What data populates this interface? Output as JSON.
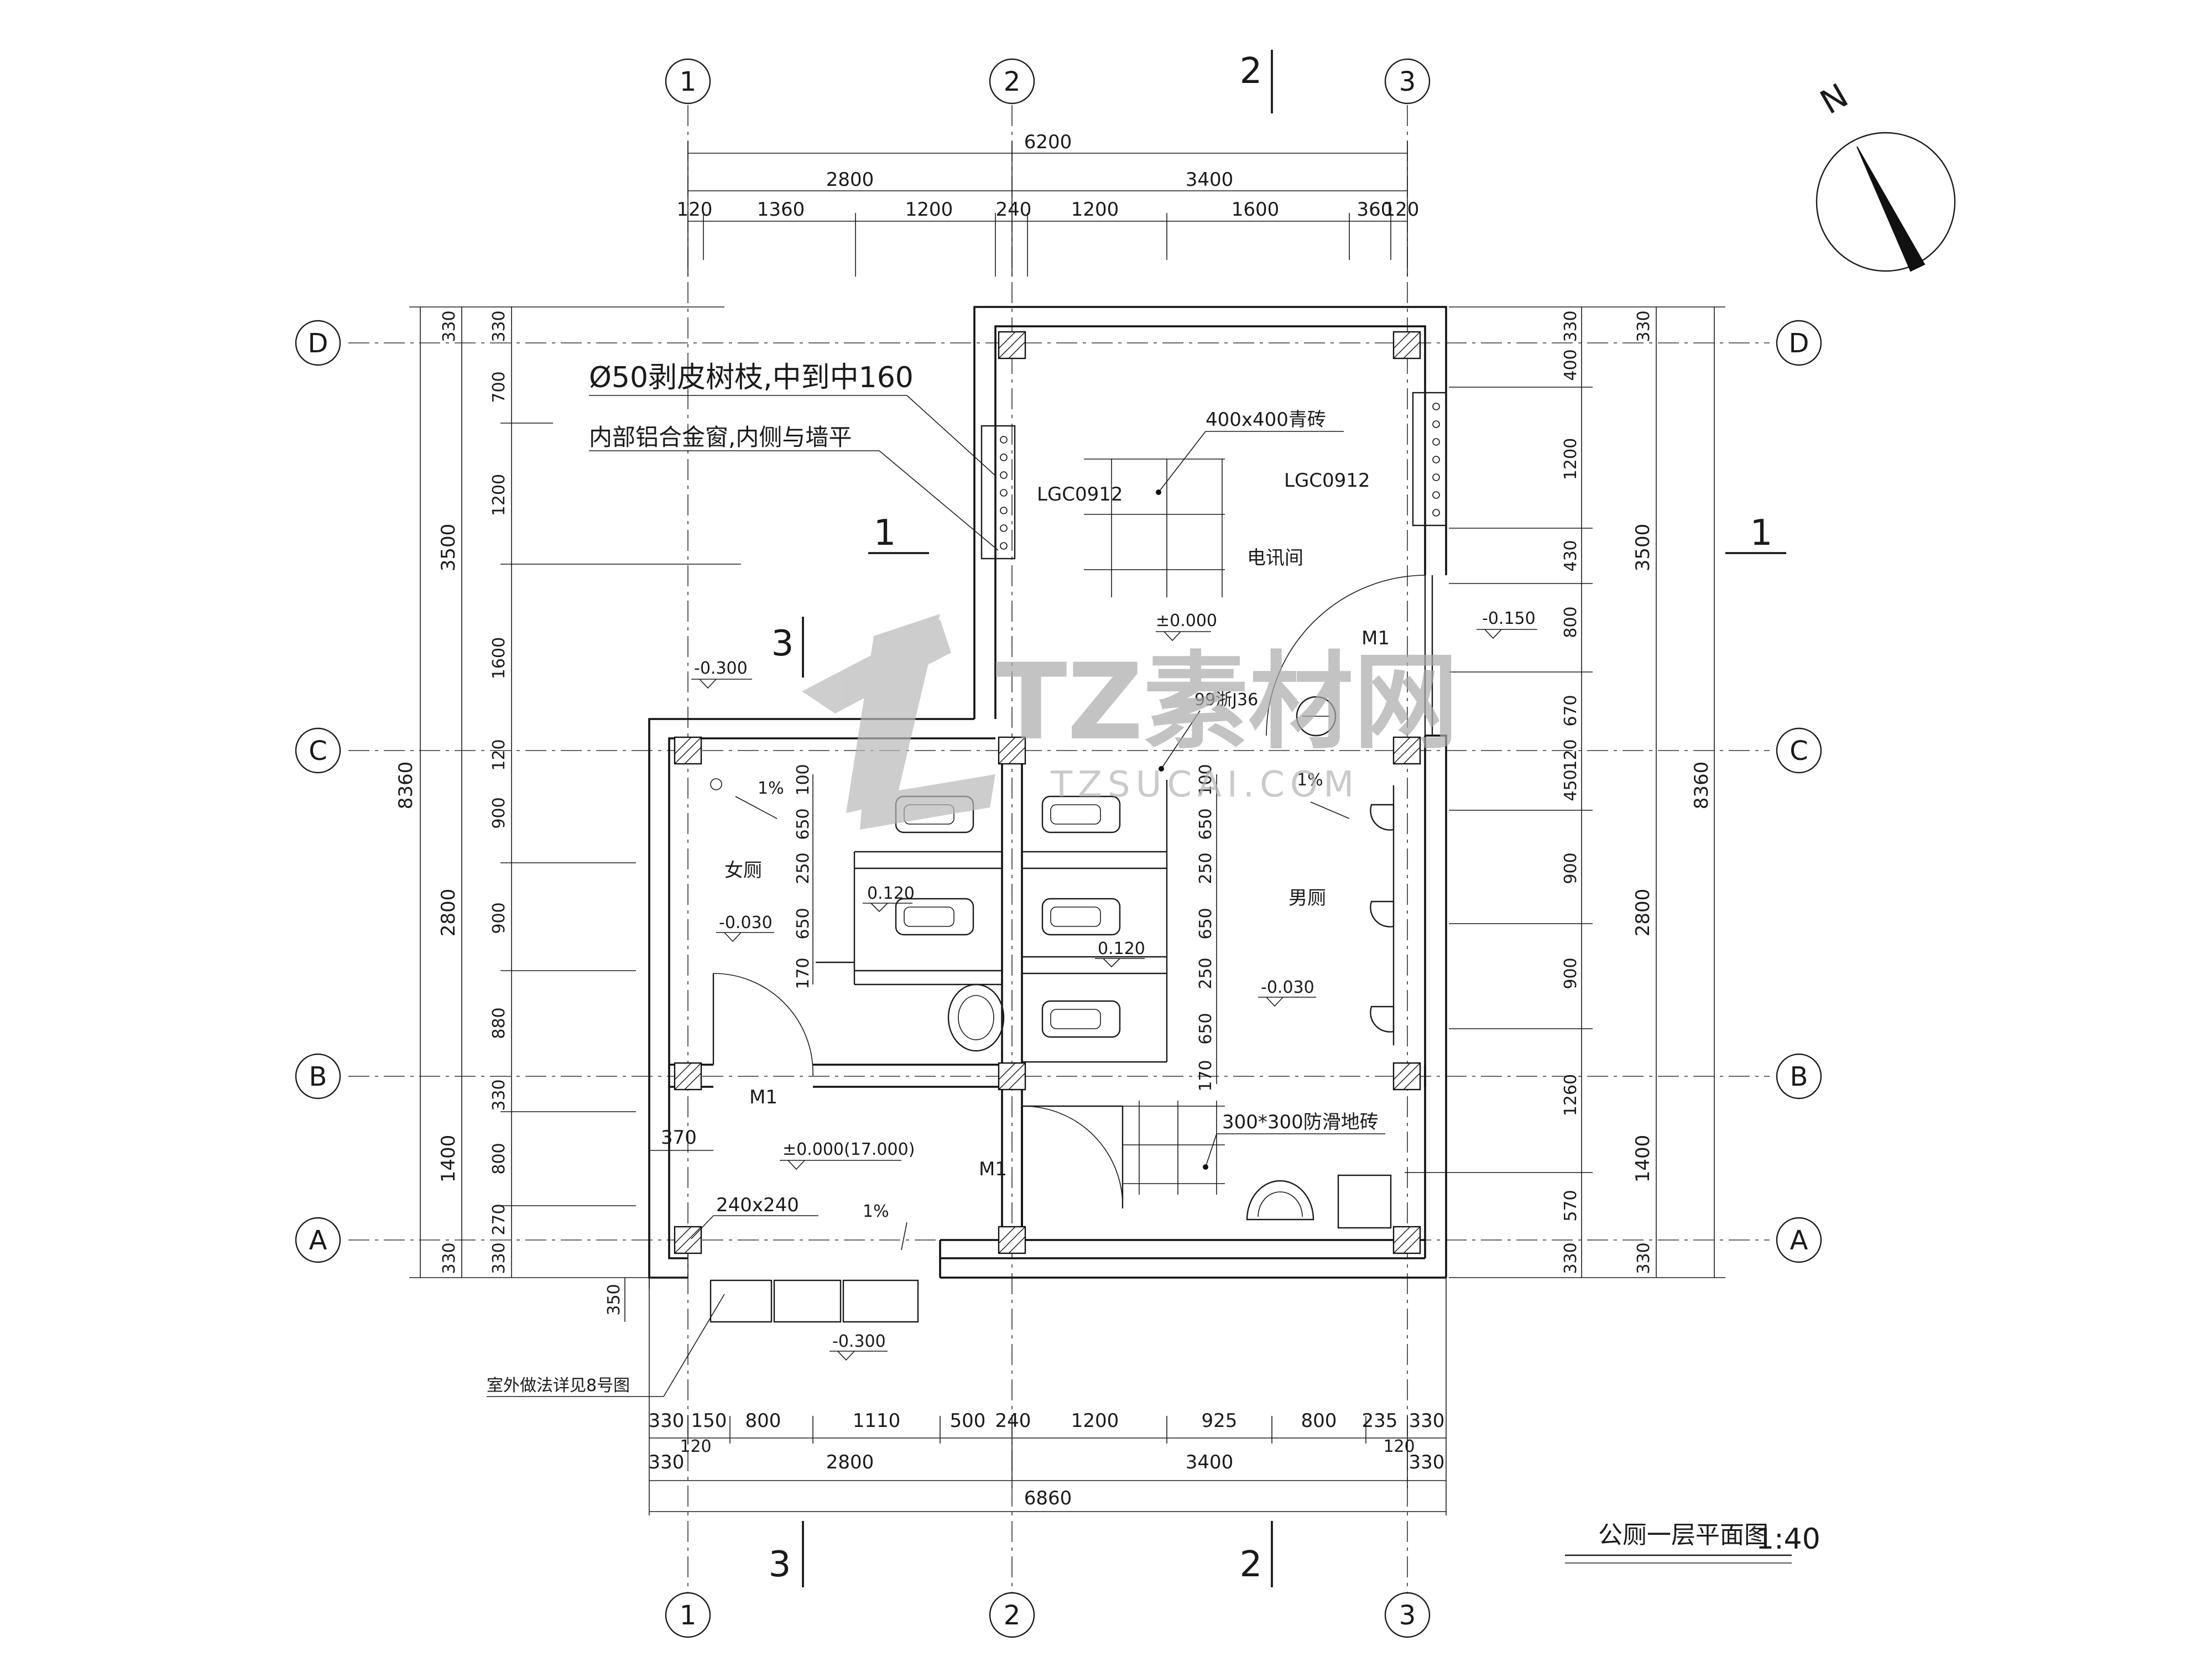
{
  "axes": {
    "vertical_labels": [
      "1",
      "2",
      "3"
    ],
    "horizontal_labels": [
      "D",
      "C",
      "B",
      "A"
    ]
  },
  "section_marks": {
    "top": "2",
    "bottom_left": "3",
    "bottom_right": "2",
    "right": "1",
    "inner": "1",
    "mid": "3"
  },
  "top_dims": {
    "overall": "6200",
    "bay": [
      "2800",
      "3400"
    ],
    "detail": [
      "120",
      "1360",
      "1200",
      "240",
      "1200",
      "1600",
      "360",
      "120"
    ]
  },
  "bottom_dims": {
    "overall": "6860",
    "bay": [
      "330",
      "2800",
      "3400",
      "330"
    ],
    "detail": [
      "330",
      "150",
      "800",
      "1110",
      "500",
      "240",
      "1200",
      "925",
      "800",
      "235",
      "330"
    ],
    "small": [
      "120",
      "120"
    ]
  },
  "left_dims": {
    "overall": "8360",
    "bay": [
      "3500",
      "2800",
      "1400"
    ],
    "detail": [
      "330",
      "700",
      "1200",
      "1600",
      "120",
      "900",
      "900",
      "880",
      "330",
      "800",
      "270",
      "330"
    ],
    "outer": [
      "330",
      "330"
    ]
  },
  "right_dims": {
    "overall": "8360",
    "bay": [
      "3500",
      "2800",
      "1400"
    ],
    "detail": [
      "330",
      "400",
      "1200",
      "430",
      "800",
      "670",
      "120",
      "450",
      "900",
      "900",
      "1260",
      "570",
      "330"
    ],
    "outer": [
      "330",
      "330"
    ]
  },
  "stall_dims": {
    "left": [
      "100",
      "650",
      "250",
      "650",
      "170"
    ],
    "right": [
      "100",
      "650",
      "250",
      "650",
      "250",
      "650",
      "170"
    ]
  },
  "annotations": {
    "branch_note": "Ø50剥皮树枝,中到中160",
    "window_note": "内部铝合金窗,内侧与墙平",
    "window_left": "LGC0912",
    "window_right": "LGC0912",
    "brick": "400x400青砖",
    "telecom_room": "电讯间",
    "level_0": "±0.000",
    "level_m015": "-0.150",
    "level_m03": "-0.300",
    "level_0120": "0.120",
    "level_0120b": "0.120",
    "level_m003a": "-0.030",
    "level_m003b": "-0.030",
    "level_m0300": "-0.300",
    "level_main": "±0.000(17.000)",
    "door_m1a": "M1",
    "door_m1b": "M1",
    "door_m1c": "M1",
    "drain": "99浙J36",
    "womens": "女厕",
    "mens": "男厕",
    "slope_a": "1%",
    "slope_b": "1%",
    "slope_c": "1%",
    "anti_slip": "300*300防滑地砖",
    "col_size": "240x240",
    "dim_370": "370",
    "dim_350": "350",
    "outdoor_note": "室外做法详见8号图",
    "plan_title": "公厕一层平面图",
    "plan_scale": "1:40",
    "north": "N"
  },
  "watermark": {
    "main": "TZ素材网",
    "sub": "TZSUCAI.COM"
  }
}
